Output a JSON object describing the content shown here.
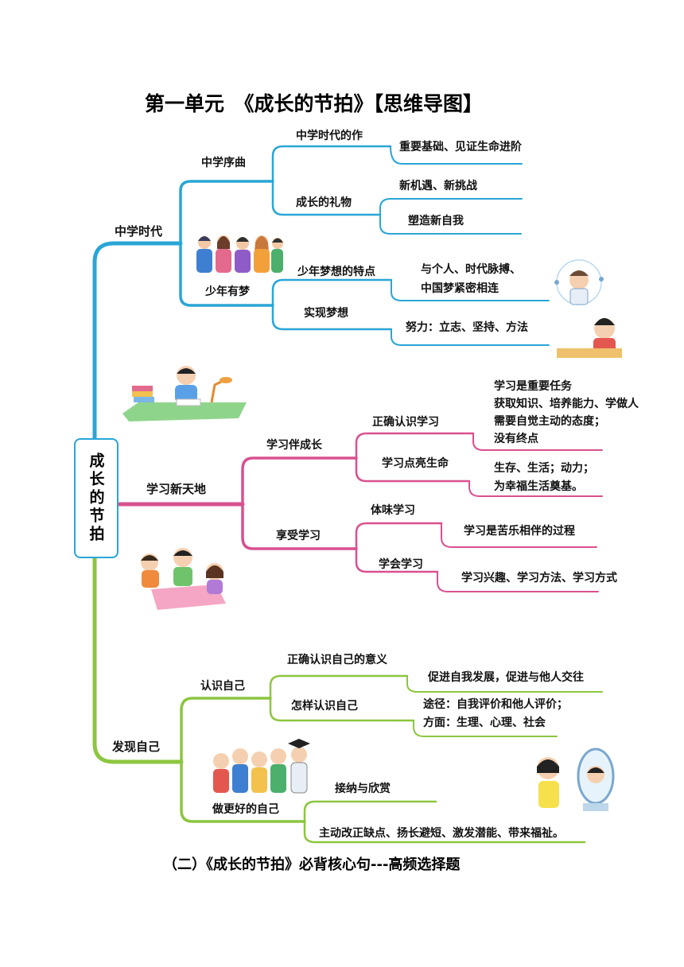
{
  "title": "第一单元　《成长的节拍》【思维导图】",
  "root": "成长的节拍",
  "branches": {
    "b1": {
      "label": "中学时代",
      "color": "#29a6d6",
      "s1": {
        "label": "中学序曲",
        "c1": {
          "label": "中学时代的作",
          "leaf1": "重要基础、见证生命进阶"
        },
        "c2": {
          "label": "成长的礼物",
          "leaf1": "新机遇、新挑战",
          "leaf2": "塑造新自我"
        }
      },
      "s2": {
        "label": "少年有梦",
        "c1": {
          "label": "少年梦想的特点",
          "leaf1": "与个人、时代脉搏、",
          "leaf2": "中国梦紧密相连"
        },
        "c2": {
          "label": "实现梦想",
          "leaf1": "努力：立志、坚持、方法"
        }
      }
    },
    "b2": {
      "label": "学习新天地",
      "color": "#d9508f",
      "s1": {
        "label": "学习伴成长",
        "c1": {
          "label": "正确认识学习",
          "leaf1": "学习是重要任务",
          "leaf2": "获取知识、培养能力、学做人",
          "leaf3": "需要自觉主动的态度；",
          "leaf4": "没有终点"
        },
        "c2": {
          "label": "学习点亮生命",
          "leaf1": "生存、生活；动力；",
          "leaf2": "为幸福生活奠基。"
        }
      },
      "s2": {
        "label": "享受学习",
        "c1": {
          "label": "体味学习",
          "leaf1": "学习是苦乐相伴的过程"
        },
        "c2": {
          "label": "学会学习",
          "leaf1": "学习兴趣、学习方法、学习方式"
        }
      }
    },
    "b3": {
      "label": "发现自己",
      "color": "#8cc63f",
      "s1": {
        "label": "认识自己",
        "c1": {
          "label": "正确认识自己的意义",
          "leaf1": "促进自我发展，促进与他人交往"
        },
        "c2": {
          "label": "怎样认识自己",
          "leaf1": "途径：自我评价和他人评价；",
          "leaf2": "方面：生理、心理、社会"
        }
      },
      "s2": {
        "label": "做更好的自己",
        "c1": {
          "label": "接纳与欣赏"
        },
        "c2": {
          "label": "主动改正缺点、扬长避短、激发潜能、带来福祉。"
        }
      }
    }
  },
  "subtitle": "（二）《成长的节拍》必背核心句---高频选择题",
  "illustrations": [
    "students-group",
    "scientist-and-boy",
    "boy-studying-at-desk",
    "children-discussion",
    "students-with-graduation-cap",
    "girl-looking-in-mirror"
  ]
}
